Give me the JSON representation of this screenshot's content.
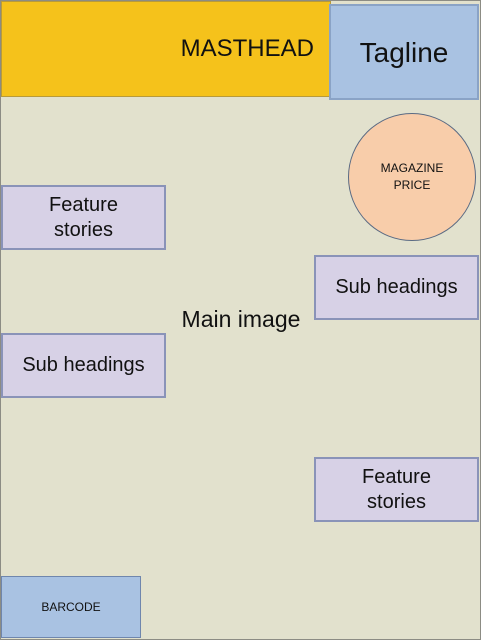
{
  "layout": {
    "masthead": "MASTHEAD",
    "tagline": "Tagline",
    "price": [
      "MAGAZINE",
      "PRICE"
    ],
    "feature_left": [
      "Feature",
      "stories"
    ],
    "sub_left": "Sub headings",
    "main_image": "Main image",
    "sub_right": "Sub headings",
    "feature_right": [
      "Feature",
      "stories"
    ],
    "barcode": "BARCODE"
  },
  "colors": {
    "background": "#e2e1cd",
    "masthead": "#f5c21b",
    "tagline": "#a9c2e2",
    "price": "#f8cdaa",
    "story_boxes": "#d7d1e6",
    "barcode": "#a9c2e2"
  }
}
